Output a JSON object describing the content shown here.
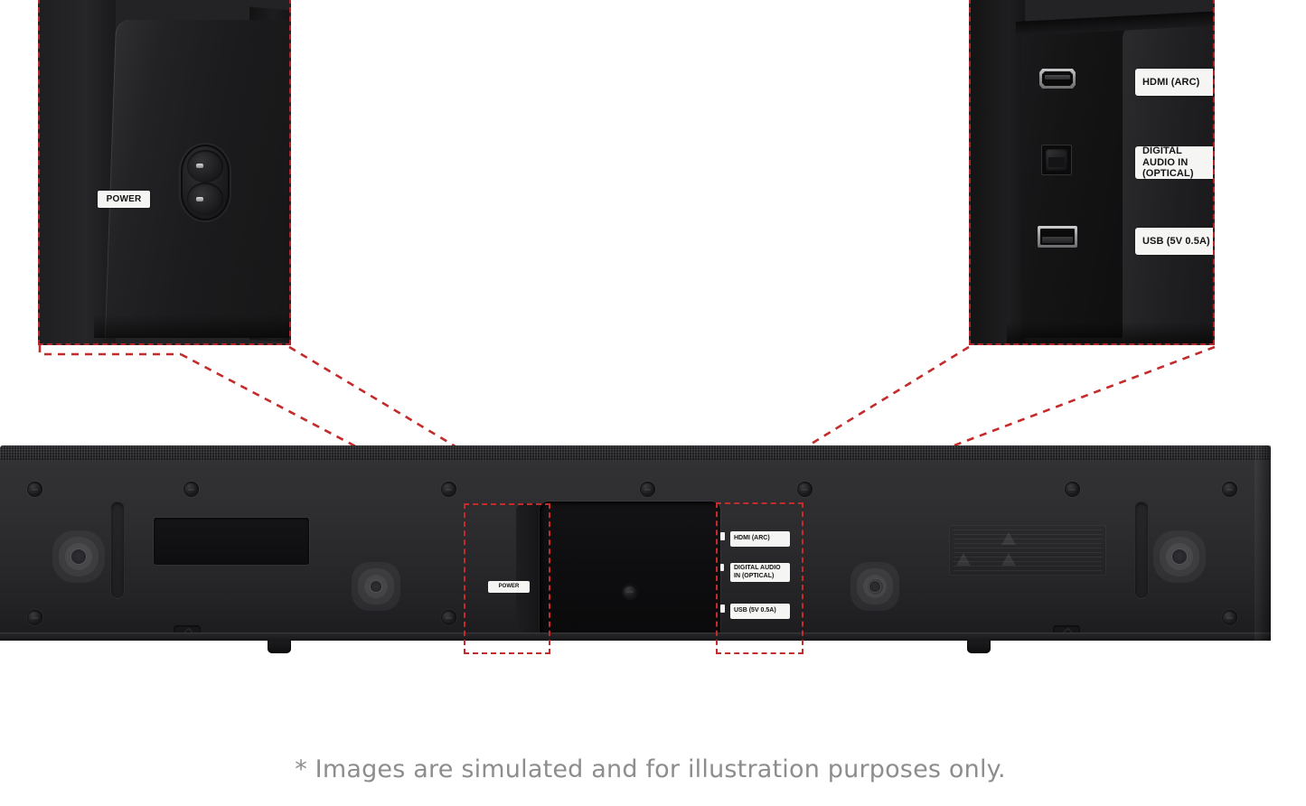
{
  "product": {
    "type": "soundbar",
    "view": "rear-bottom panel with magnified callouts"
  },
  "callouts": {
    "power": {
      "name": "power-connector-callout",
      "label": "POWER",
      "connector": "figure-8 C7 AC inlet"
    },
    "ports": {
      "name": "io-ports-callout",
      "items": [
        {
          "icon": "hdmi-port-icon",
          "label": "HDMI (ARC)"
        },
        {
          "icon": "optical-port-icon",
          "label": "DIGITAL AUDIO IN\n(OPTICAL)"
        },
        {
          "icon": "usb-port-icon",
          "label": "USB (5V 0.5A)"
        }
      ]
    }
  },
  "soundbar": {
    "labels": {
      "power": "POWER",
      "hdmi": "HDMI (ARC)",
      "optical": "DIGITAL AUDIO IN (OPTICAL)",
      "usb": "USB (5V 0.5A)"
    }
  },
  "caption": {
    "text": "* Images are simulated and for illustration purposes only."
  },
  "colors": {
    "callout_border_red": "#b4252b",
    "leader_line_red": "#c42b2b",
    "body_dark": "#2c2c2f",
    "label_white": "#f5f5f3",
    "caption_gray": "#8d8d8d",
    "background": "#ffffff"
  }
}
